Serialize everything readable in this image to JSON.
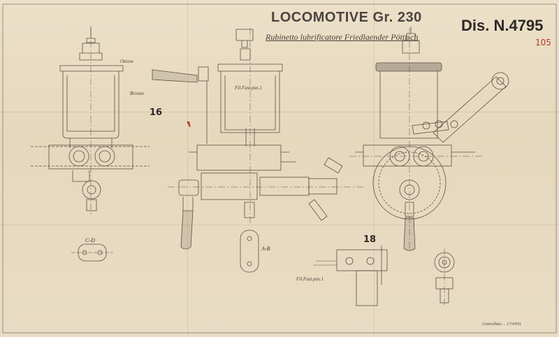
{
  "title": "LOCOMOTIVE Gr. 230",
  "drawing_number": "Dis. N.4795",
  "sheet_number": "105",
  "subtitle": "Rubinetto lubrificatore Friedlaender Pöttisch",
  "view_numbers": [
    "16",
    "18"
  ],
  "section_labels": [
    "C-D",
    "A-B"
  ],
  "part_labels": [
    "Ottone",
    "Bronzo",
    "Fil.Fast.pas.1",
    "Fil.Fast.pas.1"
  ],
  "signature": "Controllato ... 17/4/911",
  "colors": {
    "paper": "#e9dcc3",
    "ink": "#3b3530",
    "red_ink": "#b33a2a"
  }
}
